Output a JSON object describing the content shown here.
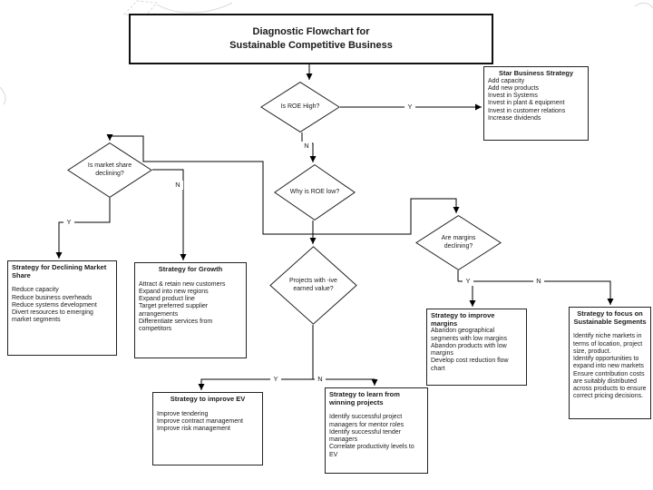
{
  "page": {
    "background": "#ffffff",
    "line_color": "#000000",
    "faint_sketch_color": "#d9d9d9"
  },
  "title_box": {
    "lines": [
      "Diagnostic Flowchart for",
      "Sustainable Competitive Business"
    ]
  },
  "decisions": {
    "roe_high": {
      "label": "Is ROE High?"
    },
    "market_share": {
      "label": "Is market share declining?"
    },
    "roe_low": {
      "label": "Why is ROE low?"
    },
    "projects_ev": {
      "label": "Projects with -ive earned value?"
    },
    "margins": {
      "label": "Are margins declining?"
    }
  },
  "strategy_boxes": {
    "star": {
      "title": "Star Business Strategy",
      "items": [
        "Add capacity",
        "Add new products",
        "Invest in Systems",
        "Invest in plant & equipment",
        "Invest in customer relations",
        "Increase dividends"
      ]
    },
    "declining_market_share": {
      "title": "Strategy for Declining Market Share",
      "items": [
        "Reduce capacity",
        "Reduce business overheads",
        "Reduce systems development",
        "Divert resources to emerging market segments"
      ]
    },
    "growth": {
      "title": "Strategy for Growth",
      "items": [
        "Attract & retain new customers",
        "Expand into new regions",
        "Expand product line",
        "Target preferred supplier arrangements",
        "Differentiate services from competitors"
      ]
    },
    "improve_margins": {
      "title": "Strategy to improve margins",
      "items": [
        "Abandon geographical segments with low margins",
        "Abandon products with low margins",
        "Develop cost reduction flow chart"
      ]
    },
    "sustainable_segments": {
      "title": "Strategy to focus on Sustainable Segments",
      "items": [
        "Identify niche markets in terms of location, project size, product.",
        "Identify opportunities to expand into new markets",
        "Ensure contribution costs are suitably distributed across products to ensure correct pricing decisions."
      ]
    },
    "improve_ev": {
      "title": "Strategy to improve EV",
      "items": [
        "Improve tendering",
        "Improve contract management",
        "Improve risk management"
      ]
    },
    "learn_winning": {
      "title": "Strategy to learn from winning projects",
      "items": [
        "Identify successful project managers for mentor roles",
        "Identify successful tender managers",
        "Correlate productivity levels to EV"
      ]
    }
  },
  "edge_labels": {
    "roe_high_yes": "Y",
    "roe_high_no": "N",
    "market_share_yes": "Y",
    "market_share_no": "N",
    "projects_yes": "Y",
    "projects_no": "N",
    "margins_yes": "Y",
    "margins_no": "N"
  }
}
